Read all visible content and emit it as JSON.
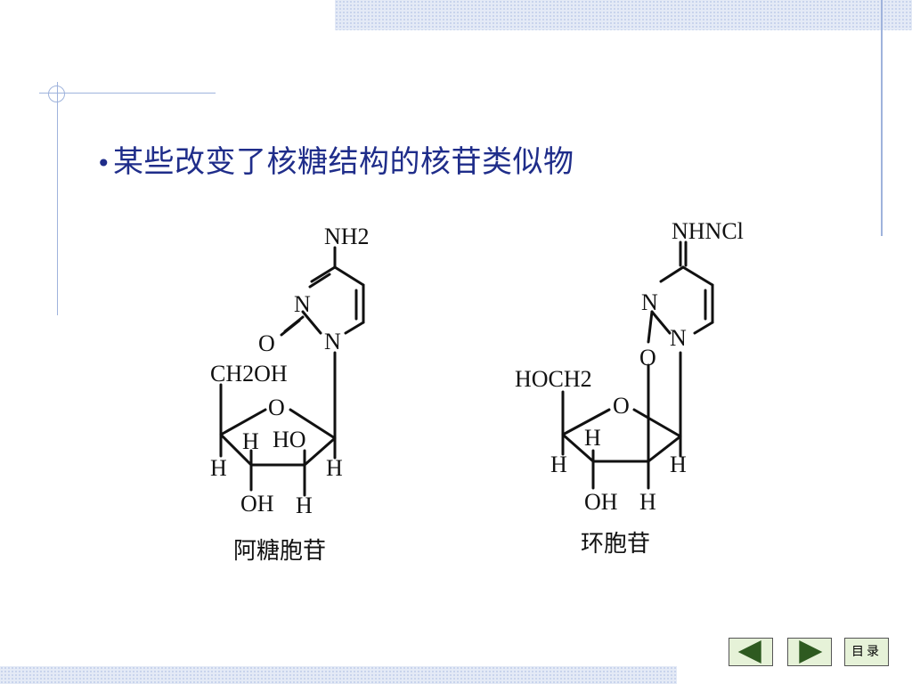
{
  "slide": {
    "heading_bullet": "•",
    "heading": "某些改变了核糖结构的核苷类似物"
  },
  "molecule_left": {
    "name": "阿糖胞苷",
    "labels": {
      "nh2": "NH2",
      "n3": "N",
      "o2": "O",
      "n1": "N",
      "ch2oh": "CH2OH",
      "o_ring": "O",
      "h1": "H",
      "ho": "HO",
      "h2": "H",
      "h3": "H",
      "oh": "OH",
      "h4": "H"
    }
  },
  "molecule_right": {
    "name": "环胞苷",
    "labels": {
      "nhncl": "NHNCl",
      "n3": "N",
      "n1": "N",
      "o2": "O",
      "hoch2": "HOCH2",
      "o_ring": "O",
      "h1": "H",
      "h2": "H",
      "h3": "H",
      "oh": "OH",
      "h4": "H"
    }
  },
  "nav": {
    "prev_icon": "triangle-left-icon",
    "next_icon": "triangle-right-icon",
    "menu_label": "目录"
  },
  "colors": {
    "heading": "#1f2d8a",
    "decor_line": "#9fb3dc",
    "band": "#e4eaf6",
    "nav_bg": "#e6f2d8",
    "nav_arrow": "#2e5a20"
  }
}
